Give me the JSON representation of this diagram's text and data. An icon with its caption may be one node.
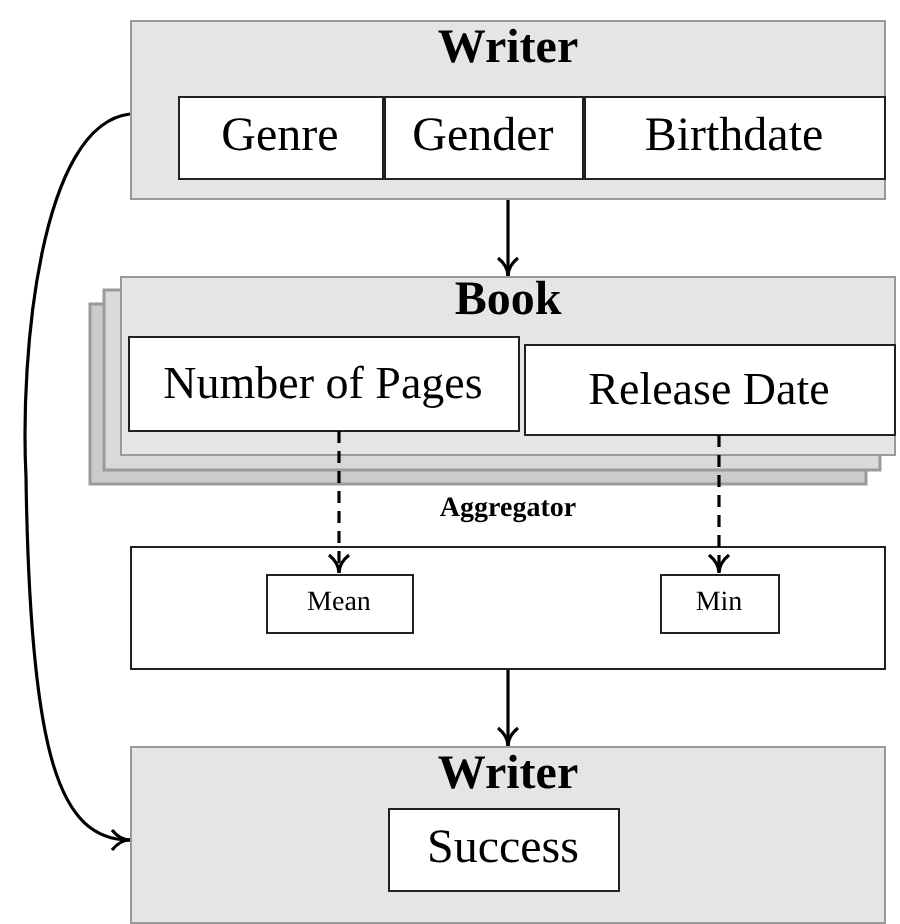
{
  "diagram": {
    "nodes": [
      {
        "text": [
          "Writer"
        ]
      },
      {
        "text": [
          "Genre"
        ],
        "in": 0
      },
      {
        "text": [
          "Gender"
        ],
        "in": 0
      },
      {
        "text": [
          "Birthdate"
        ],
        "in": 0
      },
      {
        "text": [
          "Book"
        ]
      },
      {
        "text": [
          "Number of Pages"
        ],
        "in": 4
      },
      {
        "text": [
          "Release Date"
        ],
        "in": 4
      },
      {
        "text": [
          "Aggregator"
        ]
      },
      {
        "text": [
          "Mean"
        ],
        "in": 7
      },
      {
        "text": [
          "Min"
        ],
        "in": 7
      },
      {
        "text": [
          "Writer"
        ]
      },
      {
        "text": [
          "Success"
        ],
        "in": 10
      }
    ],
    "edges": [
      {
        "from": 0,
        "to": 4,
        "arrow": "to"
      },
      {
        "from": 5,
        "to": 8,
        "arrow": "to",
        "style": "dashed"
      },
      {
        "from": 6,
        "to": 9,
        "arrow": "to",
        "style": "dashed"
      },
      {
        "from": 7,
        "to": 10,
        "arrow": "to"
      },
      {
        "from": 0,
        "to": 10,
        "arrow": "to"
      }
    ]
  }
}
